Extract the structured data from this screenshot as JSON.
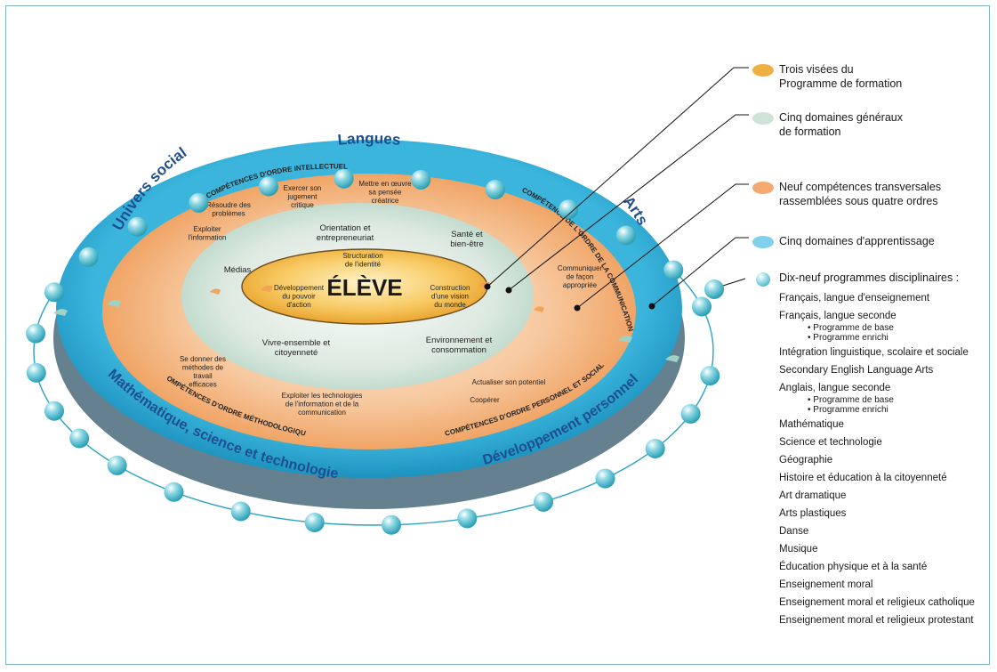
{
  "center": {
    "title": "ÉLÈVE"
  },
  "inner_ring": {
    "items": [
      "Structuration de l'identité",
      "Développement du pouvoir d'action",
      "Construction d'une vision du monde"
    ]
  },
  "general_domains": {
    "items": [
      "Orientation et entrepreneuriat",
      "Santé et bien-être",
      "Médias",
      "Vivre-ensemble et citoyenneté",
      "Environnement et consommation"
    ]
  },
  "competencies": {
    "orders": [
      "COMPÉTENCES D'ORDRE INTELLECTUEL",
      "COMPÉTENCE DE L'ORDRE DE LA COMMUNICATION",
      "COMPÉTENCES D'ORDRE MÉTHODOLOGIQUE",
      "COMPÉTENCES D'ORDRE PERSONNEL ET SOCIAL"
    ],
    "items": [
      "Exploiter l'information",
      "Résoudre des problèmes",
      "Exercer son jugement critique",
      "Mettre en œuvre sa pensée créatrice",
      "Communiquer de façon appropriée",
      "Se donner des méthodes de travail efficaces",
      "Exploiter les technologies de l'information et de la communication",
      "Actualiser son potentiel",
      "Coopérer"
    ]
  },
  "learning_domains": {
    "items": [
      "Langues",
      "Univers social",
      "Arts",
      "Mathématique, science et technologie",
      "Développement personnel"
    ]
  },
  "legend": {
    "items": [
      {
        "lines": [
          "Trois visées du",
          "Programme de formation"
        ],
        "color": "#f0b040"
      },
      {
        "lines": [
          "Cinq domaines généraux",
          "de formation"
        ],
        "color": "#cfe3d8"
      },
      {
        "lines": [
          "Neuf compétences transversales",
          "rassemblées sous quatre ordres"
        ],
        "color": "#f3a970"
      },
      {
        "lines": [
          "Cinq domaines d'apprentissage"
        ],
        "color": "#7fd0e8"
      },
      {
        "lines": [
          "Dix-neuf programmes disciplinaires :"
        ],
        "color": "#3cb0c8"
      }
    ],
    "programs": [
      {
        "name": "Français, langue d'enseignement",
        "subs": []
      },
      {
        "name": "Français, langue seconde",
        "subs": [
          "• Programme de base",
          "• Programme enrichi"
        ]
      },
      {
        "name": "Intégration linguistique, scolaire et sociale",
        "subs": []
      },
      {
        "name": "Secondary English Language Arts",
        "subs": []
      },
      {
        "name": "Anglais, langue seconde",
        "subs": [
          "• Programme de base",
          "• Programme enrichi"
        ]
      },
      {
        "name": "Mathématique",
        "subs": []
      },
      {
        "name": "Science et technologie",
        "subs": []
      },
      {
        "name": "Géographie",
        "subs": []
      },
      {
        "name": "Histoire et éducation à la citoyenneté",
        "subs": []
      },
      {
        "name": "Art dramatique",
        "subs": []
      },
      {
        "name": "Arts plastiques",
        "subs": []
      },
      {
        "name": "Danse",
        "subs": []
      },
      {
        "name": "Musique",
        "subs": []
      },
      {
        "name": "Éducation physique et à la santé",
        "subs": []
      },
      {
        "name": "Enseignement moral",
        "subs": []
      },
      {
        "name": "Enseignement moral et religieux catholique",
        "subs": []
      },
      {
        "name": "Enseignement moral et religieux protestant",
        "subs": []
      }
    ]
  }
}
